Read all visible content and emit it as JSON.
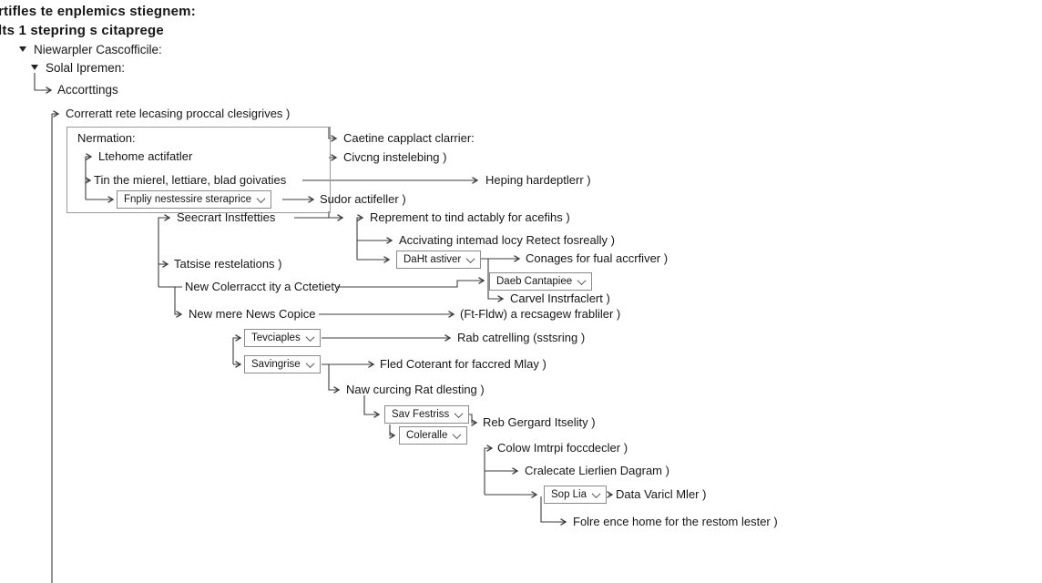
{
  "header": {
    "line1": "rtifles te enplemics stiegnem:",
    "line2": "lts 1 stepring s citaprege"
  },
  "tree": {
    "niewarpler": "Niewarpler Cascofficile:",
    "solal": "Solal Ipremen:",
    "accorttings": "Accorttings"
  },
  "nodes": {
    "correratt": "Correratt rete lecasing proccal clesigrives )",
    "nermation": "Nermation:",
    "ltehome": "Ltehome actifatler",
    "tin": "Tin the mierel, lettiare, blad goivaties",
    "sudor": "Sudor actifeller )",
    "caetine": "Caetine capplact clarrier:",
    "civcng": "Civcng instelebing )",
    "heping": "Heping hardeptlerr )",
    "seecrart": "Seecrart Instfetties",
    "reprement": "Reprement to tind actably for acefihs )",
    "accivating": "Accivating intemad locy Retect fosreally )",
    "conages": "Conages for fual accrfiver )",
    "carvel": "Carvel Instrfaclert )",
    "tatsise": "Tatsise restelations )",
    "newcol": "New Colerracct ity a Cctetiety",
    "newmere": "New mere News Copice",
    "ftfldw": "(Ft-Fldw) a recsagew frabliler )",
    "rab": "Rab catrelling (sstsring )",
    "fled": "Fled Coterant for faccred Mlay )",
    "naw": "Naw curcing Rat dlesting )",
    "reb": "Reb Gergard Itselity )",
    "colow": "Colow Imtrpi foccdecler )",
    "cralecate": "Cralecate Lierlien Dagram )",
    "datavaricl": "Data Varicl Mler )",
    "folre": "Folre ence home for the restom lester )"
  },
  "dropdowns": {
    "fnpliy": "Fnpliy nestessire steraprice",
    "daht": "DaHt astiver",
    "daeb": "Daeb Cantapiee",
    "tevciaples": "Tevciaples",
    "savingrise": "Savingrise",
    "savfestriss": "Sav Festriss",
    "coleralle": "Coleralle",
    "soplia": "Sop Lia"
  },
  "colors": {
    "text": "#161616",
    "line": "#3c3c3c",
    "box_border": "#8a8a8a"
  }
}
